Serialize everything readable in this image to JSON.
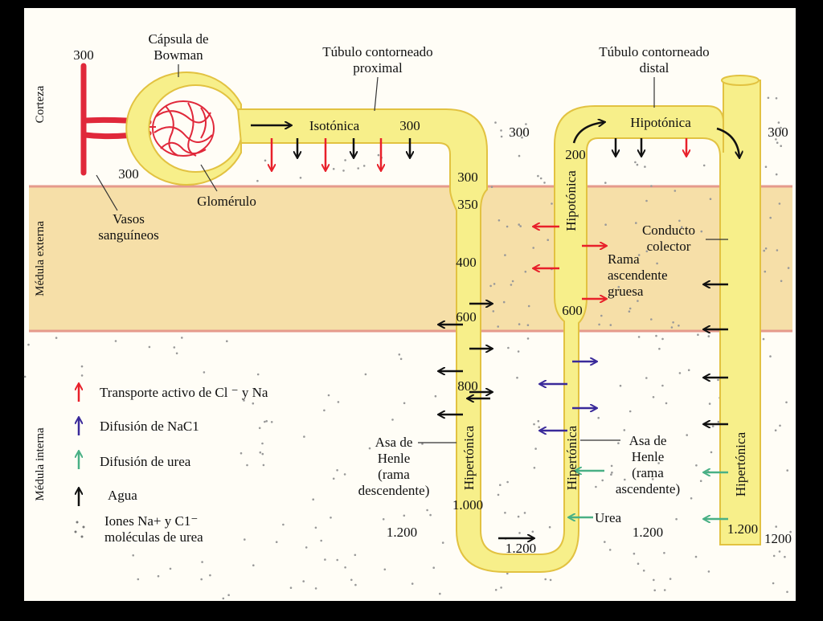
{
  "zones": {
    "cortex": "Corteza",
    "outer_medulla": "Médula externa",
    "inner_medulla": "Médula interna"
  },
  "labels": {
    "bowman_1": "Cápsula de",
    "bowman_2": "Bowman",
    "proximal_1": "Túbulo contorneado",
    "proximal_2": "proximal",
    "distal_1": "Túbulo contorneado",
    "distal_2": "distal",
    "glomerulus": "Glomérulo",
    "vessels_1": "Vasos",
    "vessels_2": "sanguíneos",
    "collector_1": "Conducto",
    "collector_2": "colector",
    "thick_1": "Rama",
    "thick_2": "ascendente",
    "thick_3": "gruesa",
    "desc_1": "Asa de",
    "desc_2": "Henle",
    "desc_3": "(rama",
    "desc_4": "descendente)",
    "asc_1": "Asa de",
    "asc_2": "Henle",
    "asc_3": "(rama",
    "asc_4": "ascendente)",
    "urea": "Urea"
  },
  "tubule_states": {
    "isotonic": "Isotónica",
    "hypotonic_top": "Hipotónica",
    "hypotonic_asc": "Hipotónica",
    "hypertonic_desc": "Hipertónica",
    "hypertonic_asc": "Hipertónica",
    "hypertonic_coll": "Hipertónica"
  },
  "osmolarity": {
    "v300_vessel": "300",
    "v300_vessel_low": "300",
    "v300_proximal": "300",
    "v300_cortex_mid": "300",
    "v300_cortex_right": "300",
    "v300_desc": "300",
    "v350": "350",
    "v400": "400",
    "v600_desc": "600",
    "v800": "800",
    "v1000": "1.000",
    "v1200_bottom": "1.200",
    "v1200_left": "1.200",
    "v1200_mid": "1.200",
    "v1200_coll": "1.200",
    "v1200_right": "1200",
    "v200": "200",
    "v600_asc": "600"
  },
  "legend": {
    "active": "Transporte activo de Cl ⁻ y Na",
    "nacl": "Difusión de NaC1",
    "urea": "Difusión de urea",
    "water": "Agua",
    "ions_1": "Iones Na+ y C1⁻",
    "ions_2": "moléculas de urea"
  },
  "colors": {
    "tubule": "#f7ef8a",
    "tubule_edge": "#e8c84a",
    "active": "#e8202a",
    "nacl": "#3a2a9a",
    "urea": "#49b085",
    "water": "#111111",
    "vessel": "#e0283a",
    "medulla_band": "#f6dfa8",
    "band_border": "#e59a8c"
  }
}
